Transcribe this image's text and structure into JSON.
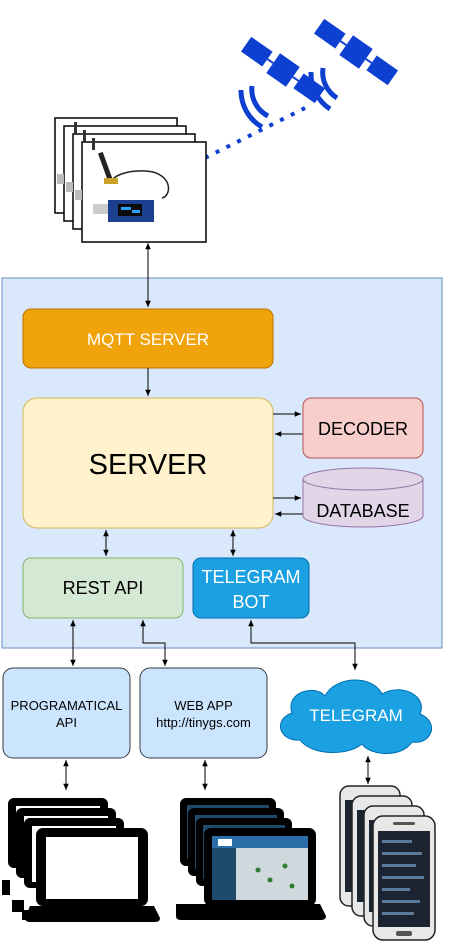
{
  "colors": {
    "panel_bg": "#dae8fc",
    "panel_border": "#6c8ebf",
    "mqtt_fill": "#f0a30a",
    "server_fill": "#fff2cc",
    "decoder_fill": "#f8cecc",
    "database_fill": "#e1d5e7",
    "restapi_fill": "#d5e8d4",
    "telegram_bot_fill": "#1ba1e2",
    "client_fill": "#cce5ff",
    "satellite_blue": "#0d3fd1"
  },
  "boxes": {
    "mqtt": "MQTT SERVER",
    "server": "SERVER",
    "decoder": "DECODER",
    "database": "DATABASE",
    "rest_api": "REST API",
    "telegram_bot_line1": "TELEGRAM",
    "telegram_bot_line2": "BOT",
    "prog_api_line1": "PROGRAMATICAL",
    "prog_api_line2": "API",
    "web_app_line1": "WEB APP",
    "web_app_line2": "http://tinygs.com",
    "telegram": "TELEGRAM"
  },
  "icons": {
    "satellite": "satellite-icon",
    "ground_station": "ground-station-photo-icon",
    "laptop": "laptop-icon",
    "phone": "smartphone-icon"
  }
}
